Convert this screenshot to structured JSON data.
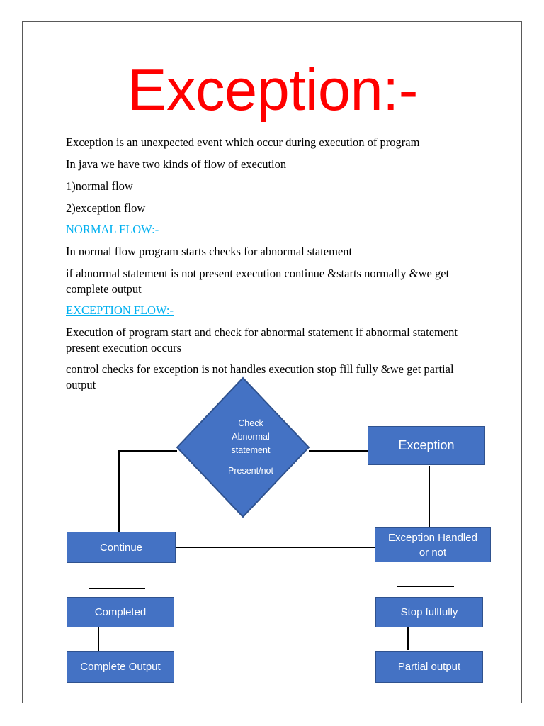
{
  "document": {
    "title": "Exception:-",
    "title_color": "#ff0000",
    "paragraphs": [
      "Exception is an unexpected event which occur during execution of program",
      "In java we have two kinds of flow of execution",
      "1)normal flow",
      "2)exception flow"
    ],
    "sections": [
      {
        "heading": "NORMAL FLOW:-",
        "heading_color": "#00b0f0",
        "paragraphs": [
          "In normal flow program starts checks for abnormal statement",
          "if abnormal statement is not present execution continue &starts normally &we get complete output"
        ]
      },
      {
        "heading": "EXCEPTION FLOW:-",
        "heading_color": "#00b0f0",
        "paragraphs": [
          "Execution of program start and check for abnormal statement if abnormal statement present execution occurs",
          "control checks for exception is not handles execution stop fill fully &we get partial output"
        ]
      }
    ]
  },
  "flowchart": {
    "shape_fill": "#4472c4",
    "shape_border": "#2f528f",
    "shape_text_color": "#ffffff",
    "connector_color": "#000000",
    "nodes": {
      "decision": {
        "line1": "Check",
        "line2": "Abnormal",
        "line3": "statement",
        "line4": "Present/not"
      },
      "exception": "Exception",
      "continue": "Continue",
      "exception_handled_line1": "Exception Handled",
      "exception_handled_line2": "or  not",
      "completed": "Completed",
      "complete_output": "Complete Output",
      "stop_fullfully": "Stop fullfully",
      "partial_output": "Partial output"
    }
  }
}
